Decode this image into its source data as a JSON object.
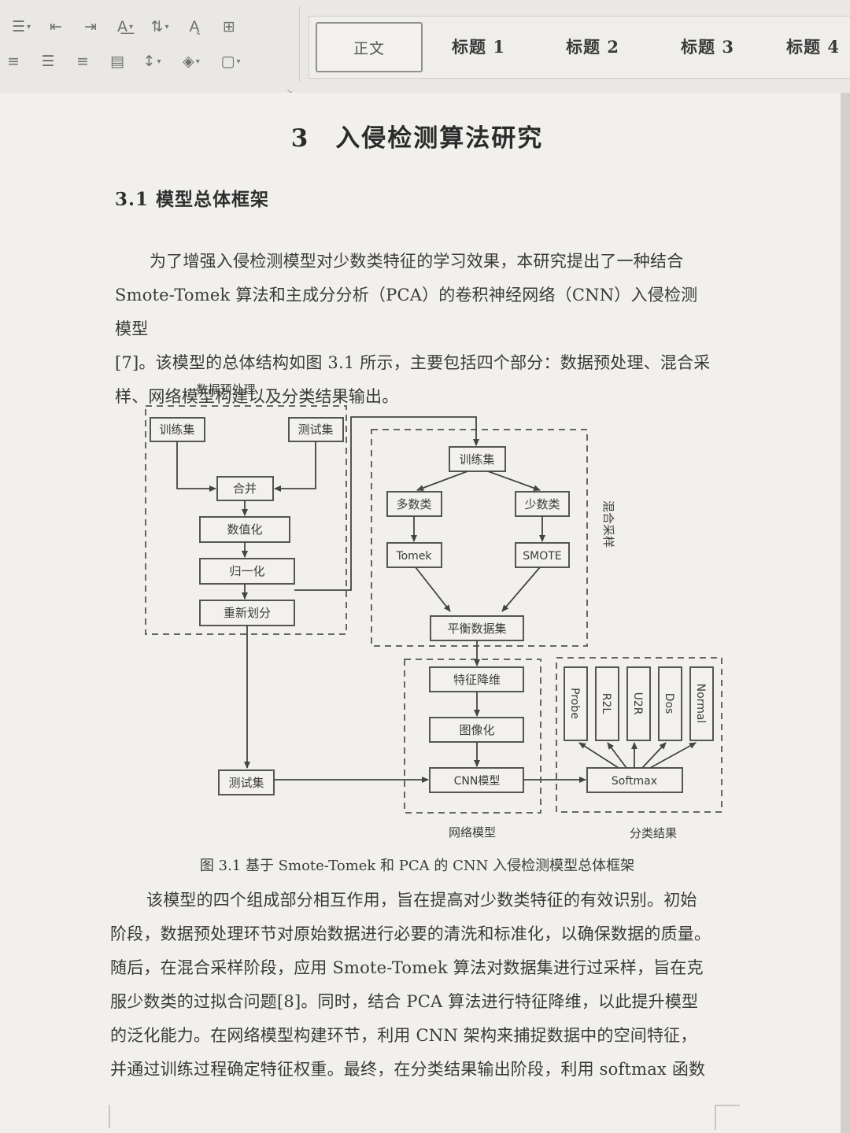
{
  "ribbon": {
    "styles": [
      "正文",
      "标题 1",
      "标题 2",
      "标题 3",
      "标题 4"
    ]
  },
  "document": {
    "chapter_title": "3　入侵检测算法研究",
    "section_title": "3.1 模型总体框架",
    "para1": [
      "为了增强入侵检测模型对少数类特征的学习效果，本研究提出了一种结合",
      "Smote-Tomek 算法和主成分分析（PCA）的卷积神经网络（CNN）入侵检测模型",
      "[7]。该模型的总体结构如图 3.1 所示，主要包括四个部分：数据预处理、混合采",
      "样、网络模型构建以及分类结果输出。"
    ],
    "figure_caption": "图 3.1 基于 Smote-Tomek 和 PCA 的 CNN 入侵检测模型总体框架",
    "para2": [
      "该模型的四个组成部分相互作用，旨在提高对少数类特征的有效识别。初始",
      "阶段，数据预处理环节对原始数据进行必要的清洗和标准化，以确保数据的质量。",
      "随后，在混合采样阶段，应用 Smote-Tomek 算法对数据集进行过采样，旨在克",
      "服少数类的过拟合问题[8]。同时，结合 PCA 算法进行特征降维，以此提升模型",
      "的泛化能力。在网络模型构建环节，利用 CNN 架构来捕捉数据中的空间特征，",
      "并通过训练过程确定特征权重。最终，在分类结果输出阶段，利用 softmax 函数"
    ]
  },
  "diagram": {
    "group_preprocess": "数据预处理",
    "group_sampling": "混合采样",
    "group_network": "网络模型",
    "group_result": "分类结果",
    "train_set": "训练集",
    "test_set": "测试集",
    "merge": "合并",
    "numeric": "数值化",
    "normalize": "归一化",
    "resplit": "重新划分",
    "train_set2": "训练集",
    "majority": "多数类",
    "minority": "少数类",
    "tomek": "Tomek",
    "smote": "SMOTE",
    "balanced": "平衡数据集",
    "feature_reduce": "特征降维",
    "imaging": "图像化",
    "cnn": "CNN模型",
    "test_set2": "测试集",
    "softmax": "Softmax",
    "classes": [
      "Probe",
      "R2L",
      "U2R",
      "Dos",
      "Normal"
    ]
  }
}
